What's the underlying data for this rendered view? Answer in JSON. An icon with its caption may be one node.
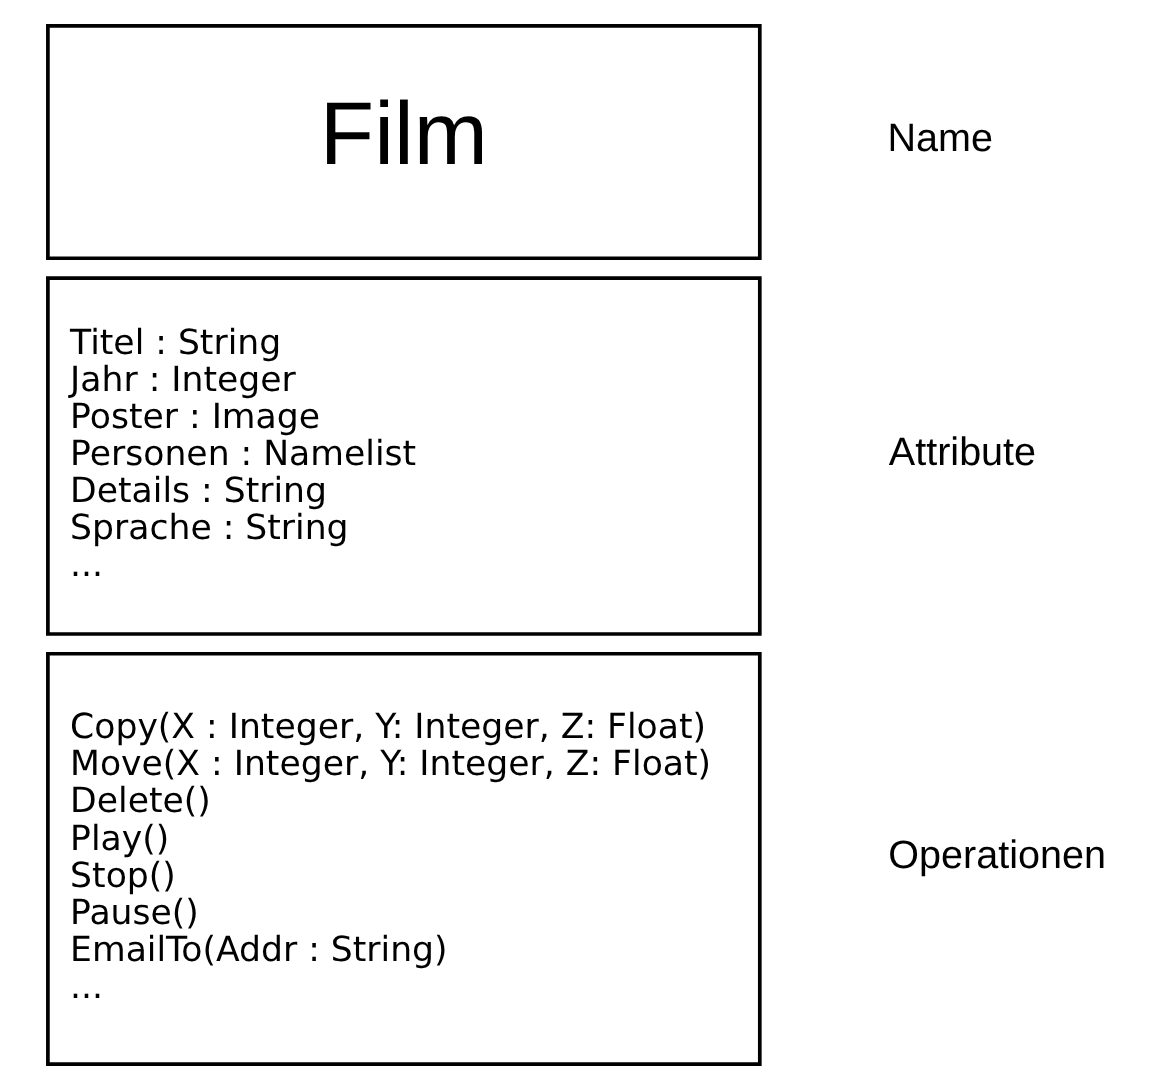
{
  "diagram": {
    "nodes": [
      {
        "text": [
          "Film"
        ],
        "beside": [
          "Name"
        ]
      },
      {
        "text": [
          "Titel : String",
          "Jahr : Integer",
          "Poster : Image",
          "Personen : Namelist",
          "Details : String",
          "Sprache : String",
          "..."
        ],
        "beside": [
          "Attribute"
        ]
      },
      {
        "text": [
          "Copy(X : Integer, Y: Integer, Z: Float)",
          "Move(X : Integer, Y: Integer, Z: Float)",
          "Delete()",
          "Play()",
          "Stop()",
          "Pause()",
          "EmailTo(Addr : String)",
          "..."
        ],
        "beside": [
          "Operationen"
        ]
      }
    ],
    "edges": []
  }
}
